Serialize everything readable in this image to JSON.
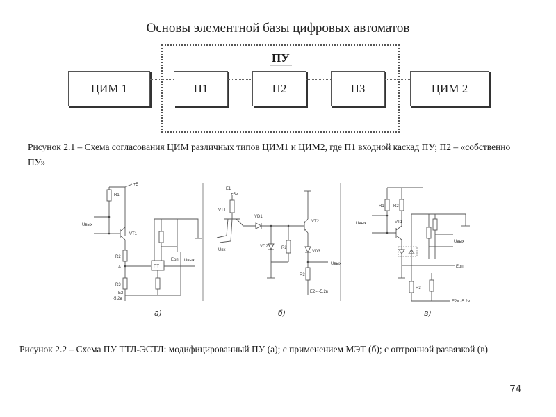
{
  "title": "Основы элементной базы цифровых автоматов",
  "figure1": {
    "group_label": "ПУ",
    "blocks": [
      "ЦИМ 1",
      "П1",
      "П2",
      "П3",
      "ЦИМ 2"
    ],
    "caption": "Рисунок 2.1 – Схема согласования ЦИМ различных типов ЦИМ1 и ЦИМ2, где П1 входной каскад ПУ; П2 – «собственно ПУ»"
  },
  "figure2": {
    "panels": [
      {
        "sublabel": "а)",
        "labels": {
          "r1": "R1",
          "vcc": "+5",
          "uin": "Uвых",
          "vt1": "VT1",
          "r2": "R2",
          "a": "A",
          "r3": "R3",
          "e2": "E2",
          "vee": "-5.2в",
          "eoh": "Eоп",
          "uout": "Uвых",
          "dp": "ПТ"
        }
      },
      {
        "sublabel": "б)",
        "labels": {
          "e1": "E1",
          "vcc": "+5в",
          "vt1": "VT1",
          "vd1": "VD1",
          "uin": "Uвх",
          "vd2": "VD2",
          "r2": "R2",
          "vt2": "VT2",
          "vd3": "VD3",
          "uout": "Uвых",
          "r3": "R3",
          "e2": "E2= -5.2в"
        }
      },
      {
        "sublabel": "в)",
        "labels": {
          "r1": "R1",
          "r2": "R2",
          "uin": "Uвых",
          "vt1": "VT1",
          "uout": "Uвых",
          "eoh": "Eоп",
          "r3": "R3",
          "e2": "E2= -5.2в"
        }
      }
    ],
    "caption": "Рисунок 2.2 – Схема ПУ ТТЛ-ЭСТЛ: модифицированный ПУ (а); с применением МЭТ (б); с оптронной развязкой (в)"
  },
  "page_number": "74"
}
